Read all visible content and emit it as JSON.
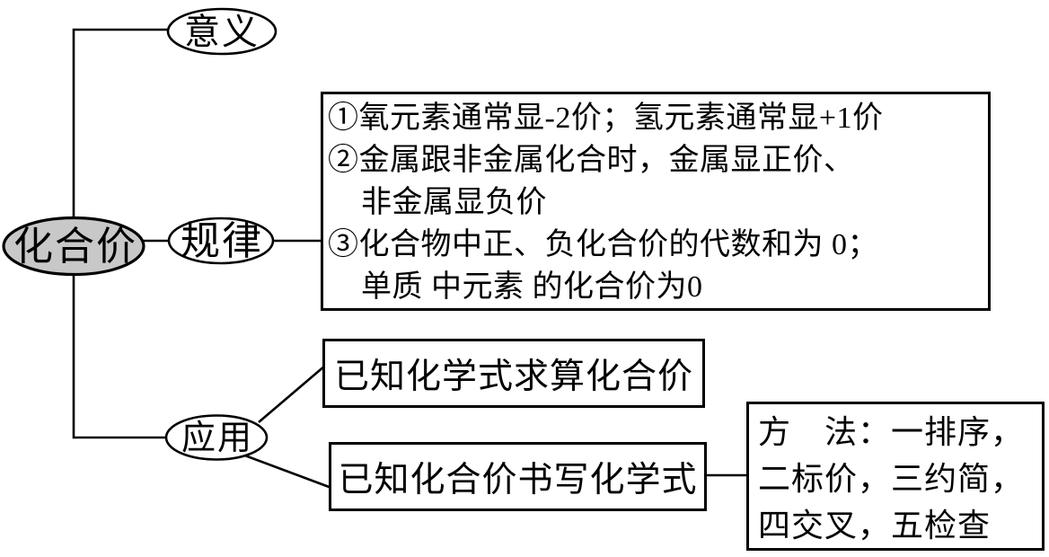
{
  "diagram": {
    "title_concept": "化合价",
    "root": {
      "label": "化合价"
    },
    "branches": {
      "meaning": {
        "label": "意义"
      },
      "rules": {
        "label": "规律"
      },
      "application": {
        "label": "应用"
      }
    },
    "rules_box": {
      "lines": [
        {
          "text": "①氧元素通常显-2价；氢元素通常显+1价",
          "indent": false
        },
        {
          "text": "②金属跟非金属化合时，金属显正价、",
          "indent": false
        },
        {
          "text": "非金属显负价",
          "indent": true
        },
        {
          "text": "③化合物中正、负化合价的代数和为 0；",
          "indent": false
        },
        {
          "text": "单质 中元素 的化合价为0",
          "indent": true
        }
      ]
    },
    "application_boxes": {
      "box1": {
        "label": "已知化学式求算化合价"
      },
      "box2": {
        "label": "已知化合价书写化学式"
      }
    },
    "method_box": {
      "lines": [
        "方　法：一排序，",
        "二标价，三约简，",
        "四交叉，五检查"
      ]
    },
    "colors": {
      "background": "#ffffff",
      "stroke": "#000000",
      "root_fill": "#c8c8c8",
      "branch_fill": "#ffffff"
    }
  }
}
